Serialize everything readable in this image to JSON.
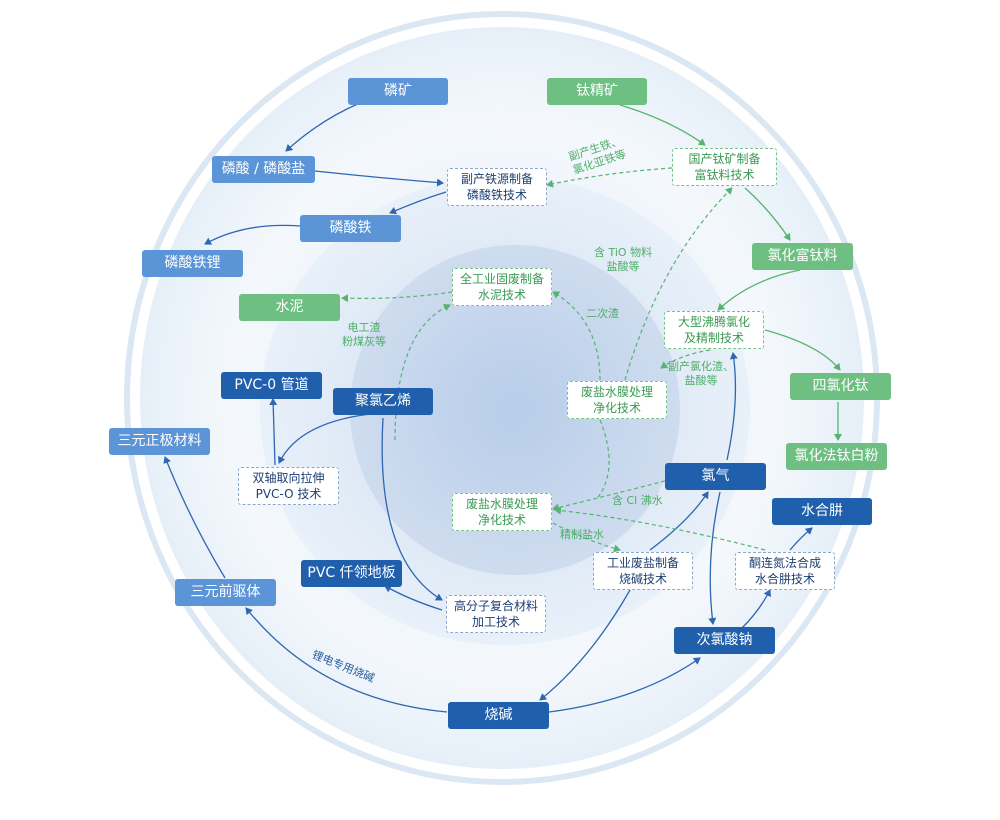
{
  "colors": {
    "blue_light": "#5b95d8",
    "blue_dark": "#1f5fac",
    "green": "#6dbf82",
    "arrow_blue": "#2f66b0",
    "arrow_green": "#55b46e"
  },
  "nodes": {
    "phosphate_ore": "磷矿",
    "titanium_concentrate": "钛精矿",
    "phosphoric_acid": "磷酸 / 磷酸盐",
    "iron_phosphate_tech": "副产铁源制备\n磷酸铁技术",
    "ti_ore_tech": "国产钛矿制备\n富钛料技术",
    "iron_phosphate": "磷酸铁",
    "lithium_iron_phosphate": "磷酸铁锂",
    "ti_rich_chloride": "氯化富钛料",
    "cement_tech": "全工业固废制备\n水泥技术",
    "cement": "水泥",
    "boiling_chlorination_tech": "大型沸腾氯化\n及精制技术",
    "ticl4": "四氯化钛",
    "pvc_o_pipe": "PVC-0 管道",
    "pvc": "聚氯乙烯",
    "brine_tech_1": "废盐水膜处理\n净化技术",
    "ternary_cathode": "三元正极材料",
    "tio2_pigment": "氯化法钛白粉",
    "biaxial_tech": "双轴取向拉伸\nPVC-O 技术",
    "chlorine": "氯气",
    "brine_tech_2": "废盐水膜处理\n净化技术",
    "hydrazine": "水合肼",
    "pvc_floor": "PVC 仟领地板",
    "waste_salt_tech": "工业废盐制备\n烧碱技术",
    "ketazine_tech": "酮连氮法合成\n水合肼技术",
    "ternary_precursor": "三元前驱体",
    "polymer_tech": "高分子复合材料\n加工技术",
    "hypochlorite": "次氯酸钠",
    "caustic_soda": "烧碱"
  },
  "labels": {
    "byproduct_iron": "副产生铁、\n氯化亚铁等",
    "tio_acid": "含 TiO  物料\n盐酸等",
    "secondary_slag": "二次渣",
    "electro_slag": "电工渣\n粉煤灰等",
    "byproduct_chlor": "副产氯化渣、\n盐酸等",
    "cl_water": "含 Cl 沸水",
    "refined_brine": "精制盐水",
    "battery_caustic": "锂电专用烧碱"
  }
}
